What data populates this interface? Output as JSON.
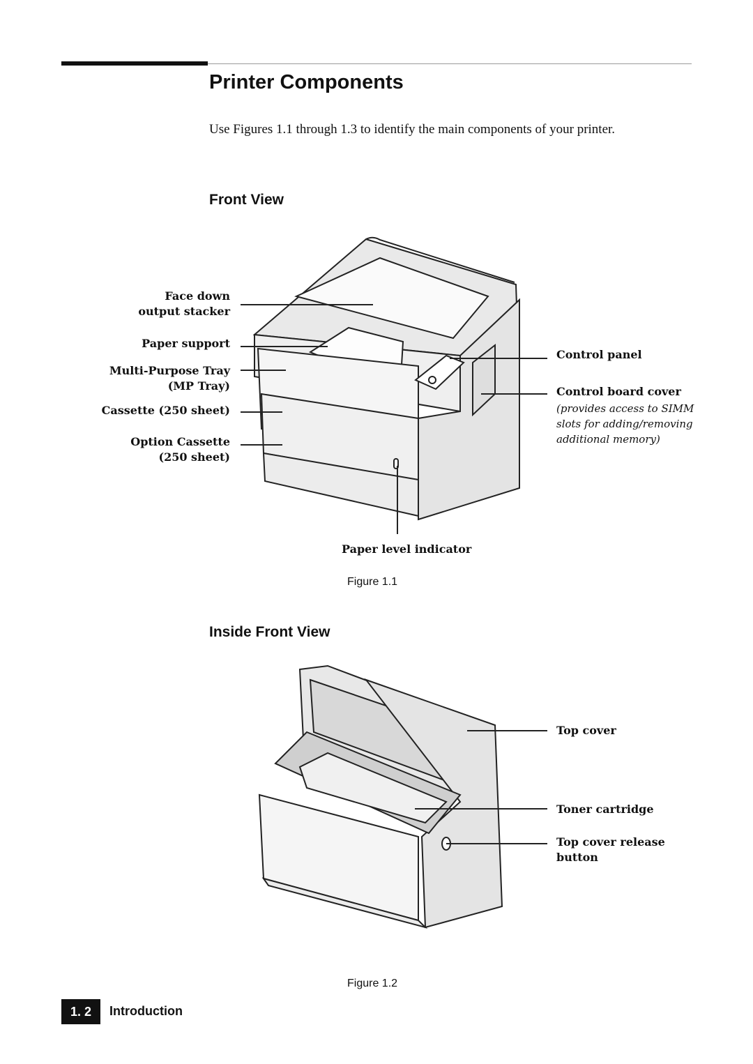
{
  "page": {
    "title": "Printer Components",
    "intro": "Use Figures 1.1 through 1.3 to identify the main components of your printer."
  },
  "front_view": {
    "heading": "Front View",
    "labels": {
      "face_down_1": "Face down",
      "face_down_2": "output stacker",
      "paper_support": "Paper support",
      "mp_tray_1": "Multi-Purpose Tray",
      "mp_tray_2": "(MP Tray)",
      "cassette": "Cassette (250 sheet)",
      "option_cassette_1": "Option Cassette",
      "option_cassette_2": "(250 sheet)",
      "control_panel": "Control panel",
      "control_board_cover": "Control board cover",
      "control_board_note_1": "(provides access to SIMM",
      "control_board_note_2": "slots for adding/removing",
      "control_board_note_3": "additional memory)",
      "paper_level_indicator": "Paper level indicator"
    },
    "caption": "Figure 1.1"
  },
  "inside_front_view": {
    "heading": "Inside Front View",
    "labels": {
      "top_cover": "Top cover",
      "toner_cartridge": "Toner cartridge",
      "release_1": "Top cover release",
      "release_2": "button"
    },
    "caption": "Figure 1.2"
  },
  "footer": {
    "page_number": "1. 2",
    "section": "Introduction"
  }
}
